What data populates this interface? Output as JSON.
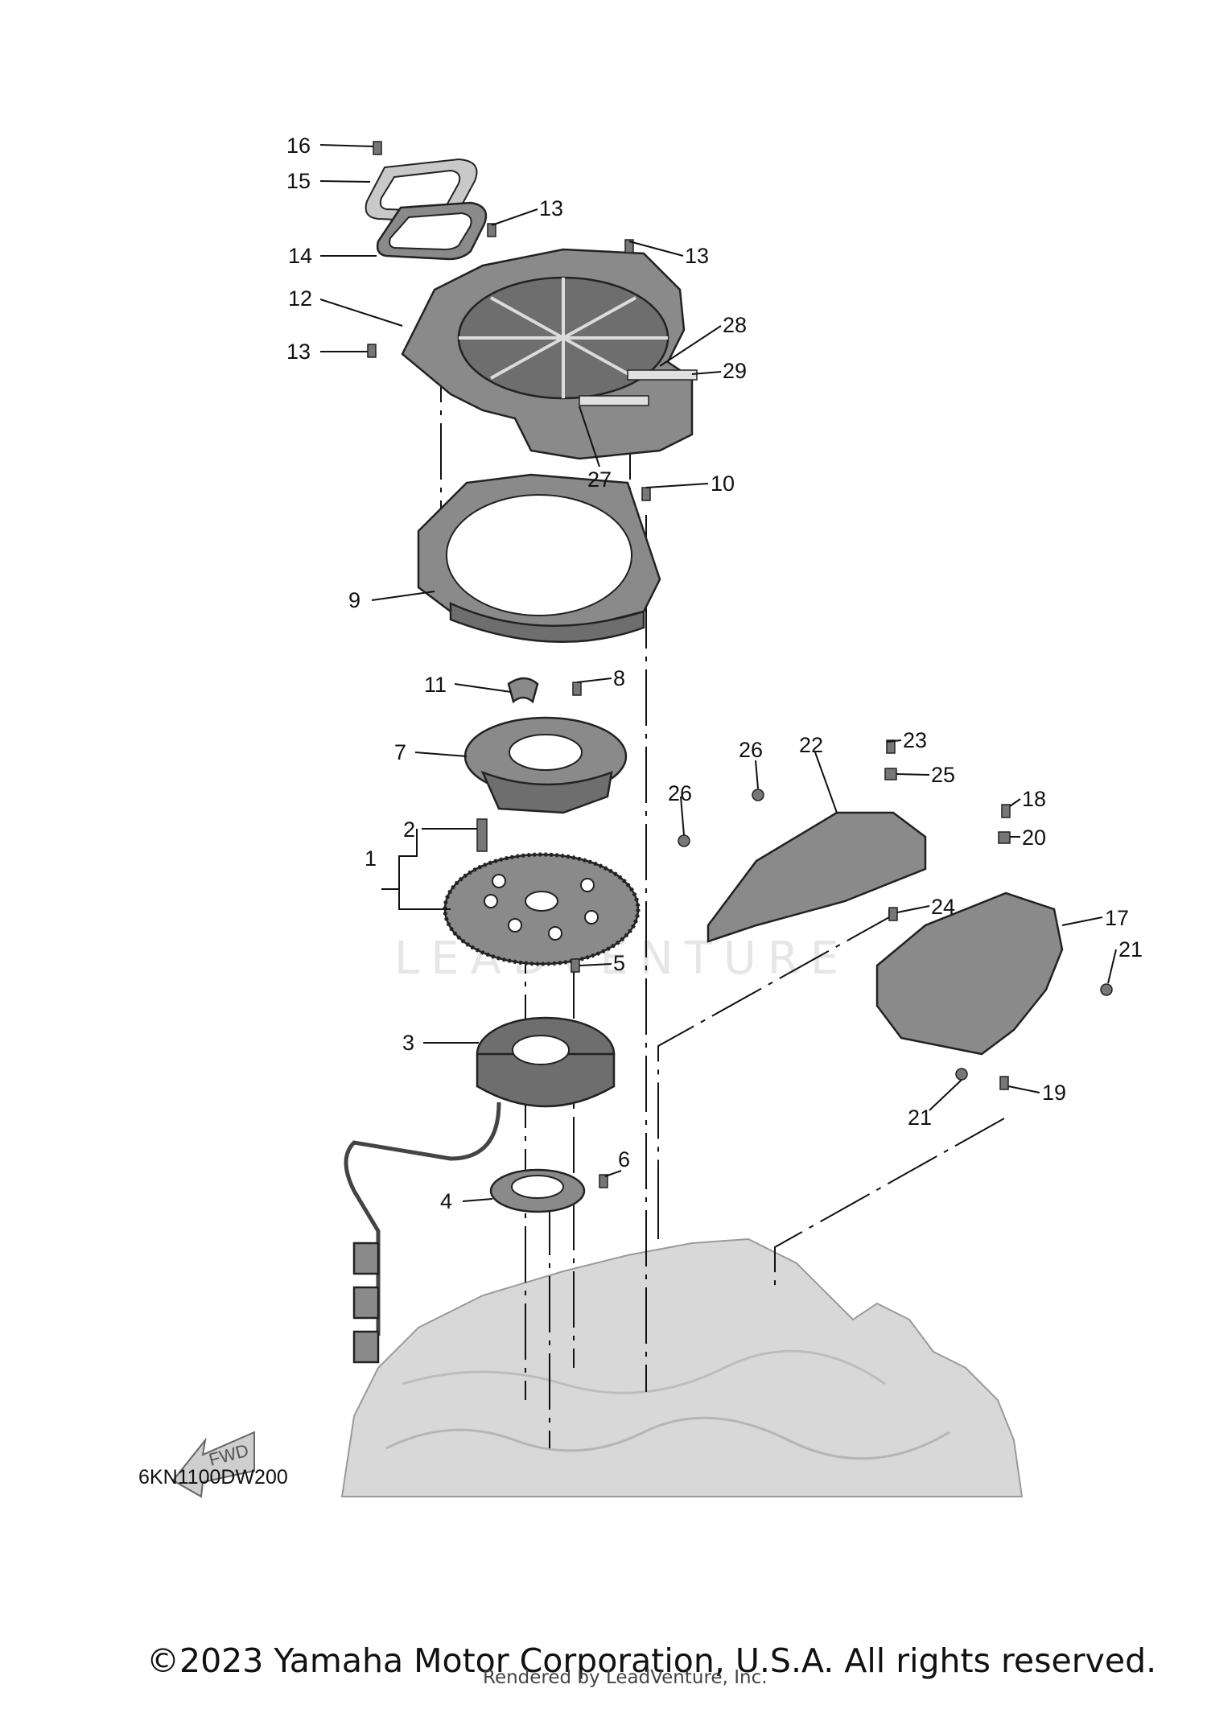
{
  "diagram": {
    "code": "6KN1100DW200",
    "watermark": "LEADVENTURE",
    "direction_arrow": "FWD",
    "copyright": "©2023 Yamaha Motor Corporation, U.S.A. All rights reserved.",
    "rendered_by": "Rendered by LeadVenture, Inc.",
    "callouts": [
      {
        "n": "1"
      },
      {
        "n": "2"
      },
      {
        "n": "3"
      },
      {
        "n": "4"
      },
      {
        "n": "5"
      },
      {
        "n": "6"
      },
      {
        "n": "7"
      },
      {
        "n": "8"
      },
      {
        "n": "9"
      },
      {
        "n": "10"
      },
      {
        "n": "11"
      },
      {
        "n": "12"
      },
      {
        "n": "13"
      },
      {
        "n": "13"
      },
      {
        "n": "13"
      },
      {
        "n": "14"
      },
      {
        "n": "15"
      },
      {
        "n": "16"
      },
      {
        "n": "17"
      },
      {
        "n": "18"
      },
      {
        "n": "19"
      },
      {
        "n": "20"
      },
      {
        "n": "21"
      },
      {
        "n": "21"
      },
      {
        "n": "22"
      },
      {
        "n": "23"
      },
      {
        "n": "24"
      },
      {
        "n": "25"
      },
      {
        "n": "26"
      },
      {
        "n": "26"
      },
      {
        "n": "27"
      },
      {
        "n": "28"
      },
      {
        "n": "29"
      }
    ]
  }
}
